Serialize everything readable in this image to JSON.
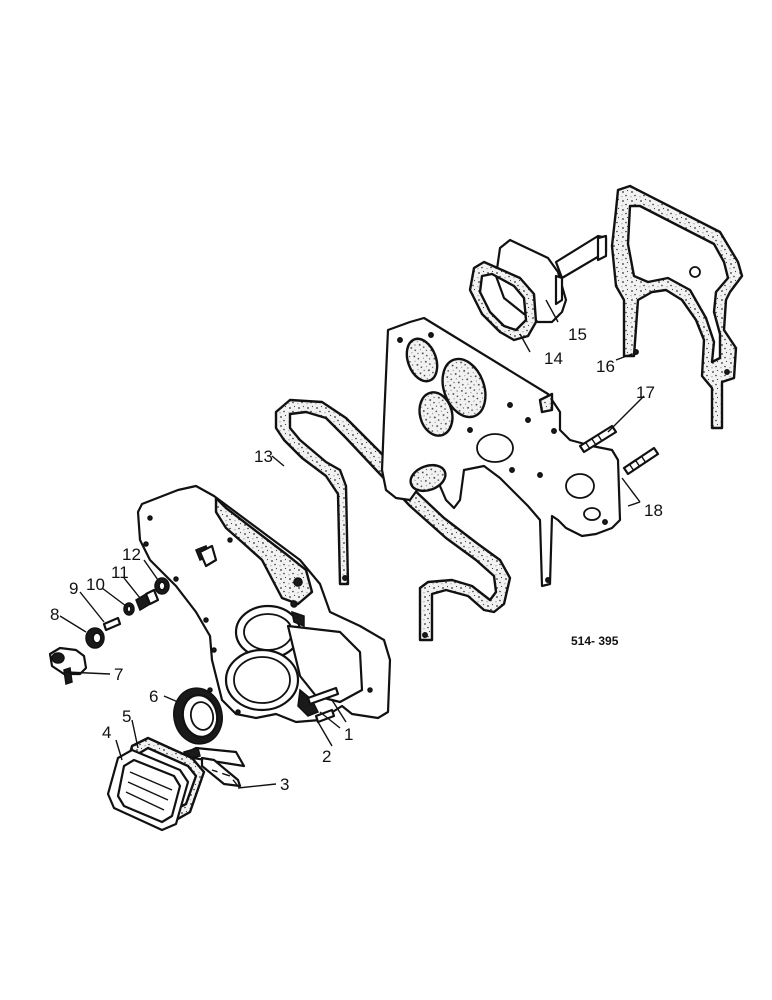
{
  "callouts": {
    "c1": "1",
    "c2": "2",
    "c3": "3",
    "c4": "4",
    "c5": "5",
    "c6": "6",
    "c7": "7",
    "c8": "8",
    "c9": "9",
    "c10": "10",
    "c11": "11",
    "c12": "12",
    "c13": "13",
    "c14": "14",
    "c15": "15",
    "c16": "16",
    "c17": "17",
    "c18": "18"
  },
  "reference": "514- 395"
}
